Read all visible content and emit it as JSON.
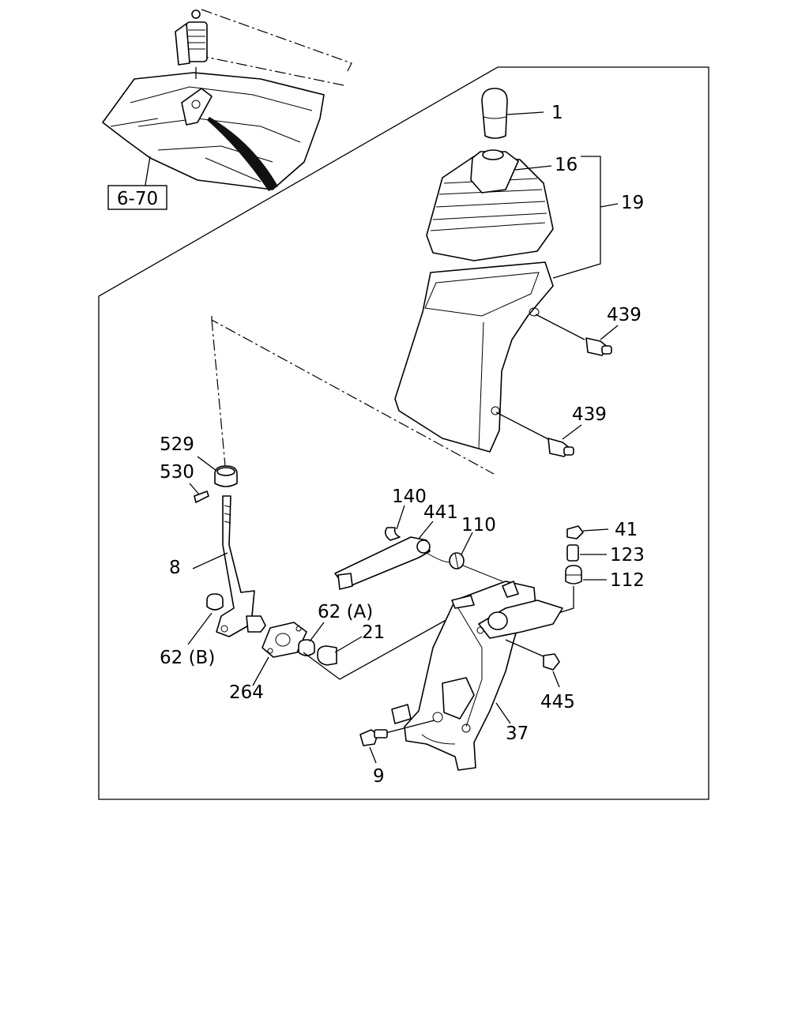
{
  "reference_box": "6-70",
  "callouts": {
    "c1": "1",
    "c16": "16",
    "c19": "19",
    "c439a": "439",
    "c439b": "439",
    "c529": "529",
    "c530": "530",
    "c140": "140",
    "c441": "441",
    "c110": "110",
    "c41": "41",
    "c123": "123",
    "c112": "112",
    "c8": "8",
    "c62a": "62 (A)",
    "c21": "21",
    "c62b": "62 (B)",
    "c264": "264",
    "c445": "445",
    "c37": "37",
    "c9": "9"
  },
  "colors": {
    "ink": "#000000",
    "background": "#ffffff",
    "pointer": "#111111"
  }
}
